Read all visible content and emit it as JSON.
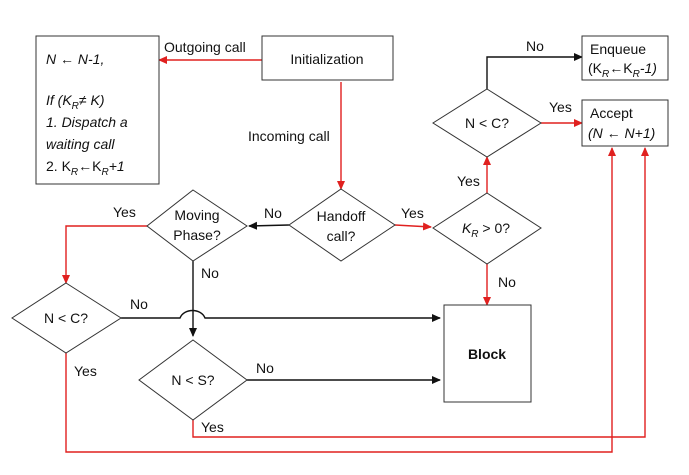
{
  "nodes": {
    "init": "Initialization",
    "outgoing_box": {
      "line1": "N ← N-1,",
      "line2": "If (K",
      "line2_sub": "R",
      "line2_tail": "≠ K)",
      "line3": "1. Dispatch a",
      "line4": "waiting call",
      "line5_a": "2. K",
      "line5_sub1": "R",
      "line5_b": "←K",
      "line5_sub2": "R",
      "line5_c": "+1"
    },
    "enqueue": {
      "line1": "Enqueue",
      "line2_a": "(K",
      "line2_sub1": "R",
      "line2_b": "←K",
      "line2_sub2": "R",
      "line2_c": "-1)"
    },
    "accept": {
      "line1": "Accept",
      "line2": "(N ← N+1)"
    },
    "handoff": {
      "line1": "Handoff",
      "line2": "call?"
    },
    "moving": {
      "line1": "Moving",
      "line2": "Phase?"
    },
    "kr": {
      "a": "K",
      "sub": "R",
      "b": " > 0?"
    },
    "nc_top": "N < C?",
    "nc_left": "N < C?",
    "ns": "N < S?",
    "block": "Block"
  },
  "edge_labels": {
    "outgoing": "Outgoing call",
    "incoming": "Incoming call",
    "no_top": "No",
    "yes_accept": "Yes",
    "yes_kr": "Yes",
    "yes_handoff": "Yes",
    "no_handoff": "No",
    "yes_moving": "Yes",
    "no_moving": "No",
    "no_kr": "No",
    "no_left": "No",
    "yes_left": "Yes",
    "no_ns": "No",
    "yes_ns": "Yes"
  },
  "colors": {
    "red": "#e0201f",
    "black": "#111111"
  }
}
